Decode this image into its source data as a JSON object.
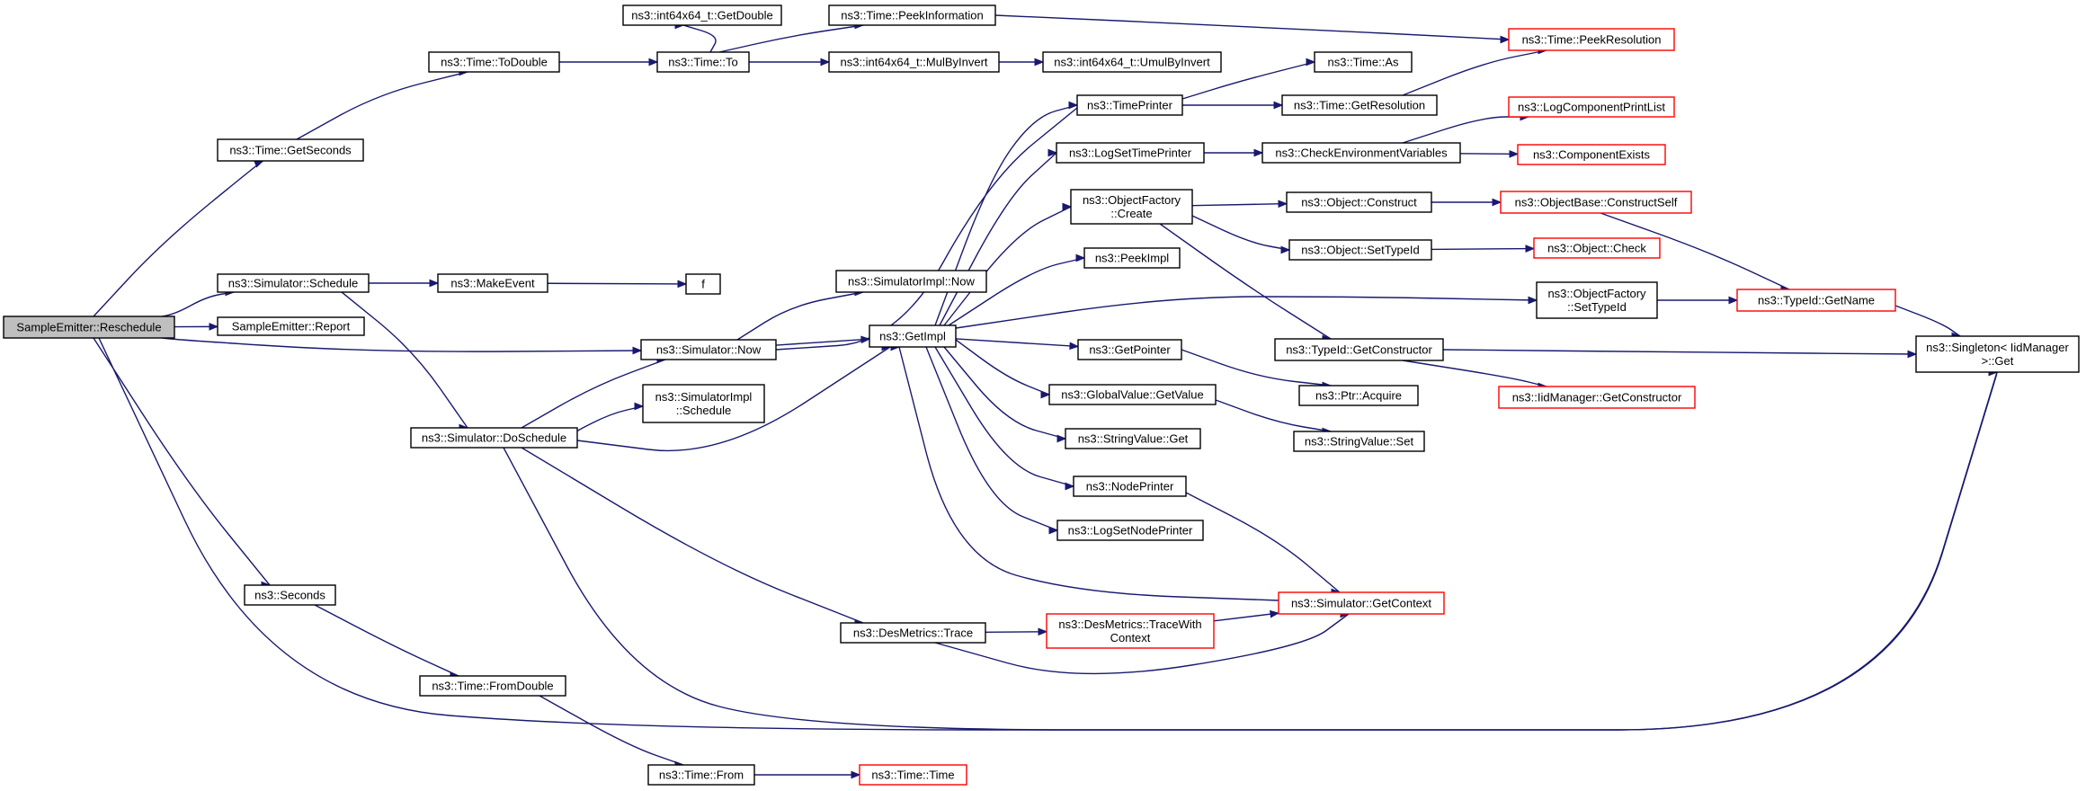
{
  "nodes": {
    "reschedule": {
      "lines": [
        "SampleEmitter::Reschedule"
      ],
      "style": "root"
    },
    "getseconds": {
      "lines": [
        "ns3::Time::GetSeconds"
      ],
      "style": "normal"
    },
    "sim_schedule": {
      "lines": [
        "ns3::Simulator::Schedule"
      ],
      "style": "normal"
    },
    "report": {
      "lines": [
        "SampleEmitter::Report"
      ],
      "style": "normal"
    },
    "sim_now": {
      "lines": [
        "ns3::Simulator::Now"
      ],
      "style": "normal"
    },
    "seconds": {
      "lines": [
        "ns3::Seconds"
      ],
      "style": "normal"
    },
    "todouble": {
      "lines": [
        "ns3::Time::ToDouble"
      ],
      "style": "normal"
    },
    "makeevent": {
      "lines": [
        "ns3::MakeEvent"
      ],
      "style": "normal"
    },
    "f": {
      "lines": [
        "f"
      ],
      "style": "normal"
    },
    "doschedule": {
      "lines": [
        "ns3::Simulator::DoSchedule"
      ],
      "style": "normal"
    },
    "fromdouble": {
      "lines": [
        "ns3::Time::FromDouble"
      ],
      "style": "normal"
    },
    "int_getdouble": {
      "lines": [
        "ns3::int64x64_t::GetDouble"
      ],
      "style": "normal"
    },
    "time_to": {
      "lines": [
        "ns3::Time::To"
      ],
      "style": "normal"
    },
    "peekinfo": {
      "lines": [
        "ns3::Time::PeekInformation"
      ],
      "style": "normal"
    },
    "mulbyinvert": {
      "lines": [
        "ns3::int64x64_t::MulByInvert"
      ],
      "style": "normal"
    },
    "umulbyinvert": {
      "lines": [
        "ns3::int64x64_t::UmulByInvert"
      ],
      "style": "normal"
    },
    "peekresolution": {
      "lines": [
        "ns3::Time::PeekResolution"
      ],
      "style": "red"
    },
    "simimpl_now": {
      "lines": [
        "ns3::SimulatorImpl::Now"
      ],
      "style": "normal"
    },
    "simimpl_schedule": {
      "lines": [
        "ns3::SimulatorImpl",
        "::Schedule"
      ],
      "style": "normal"
    },
    "getimpl": {
      "lines": [
        "ns3::GetImpl"
      ],
      "style": "normal"
    },
    "time_from": {
      "lines": [
        "ns3::Time::From"
      ],
      "style": "normal"
    },
    "time_time": {
      "lines": [
        "ns3::Time::Time"
      ],
      "style": "red"
    },
    "desmetrics_trace": {
      "lines": [
        "ns3::DesMetrics::Trace"
      ],
      "style": "normal"
    },
    "timeprinter": {
      "lines": [
        "ns3::TimePrinter"
      ],
      "style": "normal"
    },
    "logsettimeprinter": {
      "lines": [
        "ns3::LogSetTimePrinter"
      ],
      "style": "normal"
    },
    "objfactory_create": {
      "lines": [
        "ns3::ObjectFactory",
        "::Create"
      ],
      "style": "normal"
    },
    "peekimpl": {
      "lines": [
        "ns3::PeekImpl"
      ],
      "style": "normal"
    },
    "getpointer": {
      "lines": [
        "ns3::GetPointer"
      ],
      "style": "normal"
    },
    "globalvalue_getvalue": {
      "lines": [
        "ns3::GlobalValue::GetValue"
      ],
      "style": "normal"
    },
    "stringvalue_get": {
      "lines": [
        "ns3::StringValue::Get"
      ],
      "style": "normal"
    },
    "nodeprinter": {
      "lines": [
        "ns3::NodePrinter"
      ],
      "style": "normal"
    },
    "logsetnodeprinter": {
      "lines": [
        "ns3::LogSetNodePrinter"
      ],
      "style": "normal"
    },
    "tracewithcontext": {
      "lines": [
        "ns3::DesMetrics::TraceWith",
        "Context"
      ],
      "style": "red"
    },
    "time_as": {
      "lines": [
        "ns3::Time::As"
      ],
      "style": "normal"
    },
    "time_getresolution": {
      "lines": [
        "ns3::Time::GetResolution"
      ],
      "style": "normal"
    },
    "checkenv": {
      "lines": [
        "ns3::CheckEnvironmentVariables"
      ],
      "style": "normal"
    },
    "object_construct": {
      "lines": [
        "ns3::Object::Construct"
      ],
      "style": "normal"
    },
    "object_settypeid": {
      "lines": [
        "ns3::Object::SetTypeId"
      ],
      "style": "normal"
    },
    "typeid_getconstructor": {
      "lines": [
        "ns3::TypeId::GetConstructor"
      ],
      "style": "normal"
    },
    "ptr_acquire": {
      "lines": [
        "ns3::Ptr::Acquire"
      ],
      "style": "normal"
    },
    "stringvalue_set": {
      "lines": [
        "ns3::StringValue::Set"
      ],
      "style": "normal"
    },
    "sim_getcontext": {
      "lines": [
        "ns3::Simulator::GetContext"
      ],
      "style": "red"
    },
    "logcomponentprintlist": {
      "lines": [
        "ns3::LogComponentPrintList"
      ],
      "style": "red"
    },
    "componentexists": {
      "lines": [
        "ns3::ComponentExists"
      ],
      "style": "red"
    },
    "objectbase_constructself": {
      "lines": [
        "ns3::ObjectBase::ConstructSelf"
      ],
      "style": "red"
    },
    "object_check": {
      "lines": [
        "ns3::Object::Check"
      ],
      "style": "red"
    },
    "objfactory_settypeid": {
      "lines": [
        "ns3::ObjectFactory",
        "::SetTypeId"
      ],
      "style": "normal"
    },
    "iidmanager_getconstructor": {
      "lines": [
        "ns3::IidManager::GetConstructor"
      ],
      "style": "red"
    },
    "typeid_getname": {
      "lines": [
        "ns3::TypeId::GetName"
      ],
      "style": "red"
    },
    "singleton_get": {
      "lines": [
        "ns3::Singleton< IidManager",
        " >::Get"
      ],
      "style": "normal"
    }
  },
  "colors": {
    "edge": "#191970",
    "node_border": "#000000",
    "highlight_border": "#ff0000",
    "root_fill": "#bfbfbf"
  }
}
